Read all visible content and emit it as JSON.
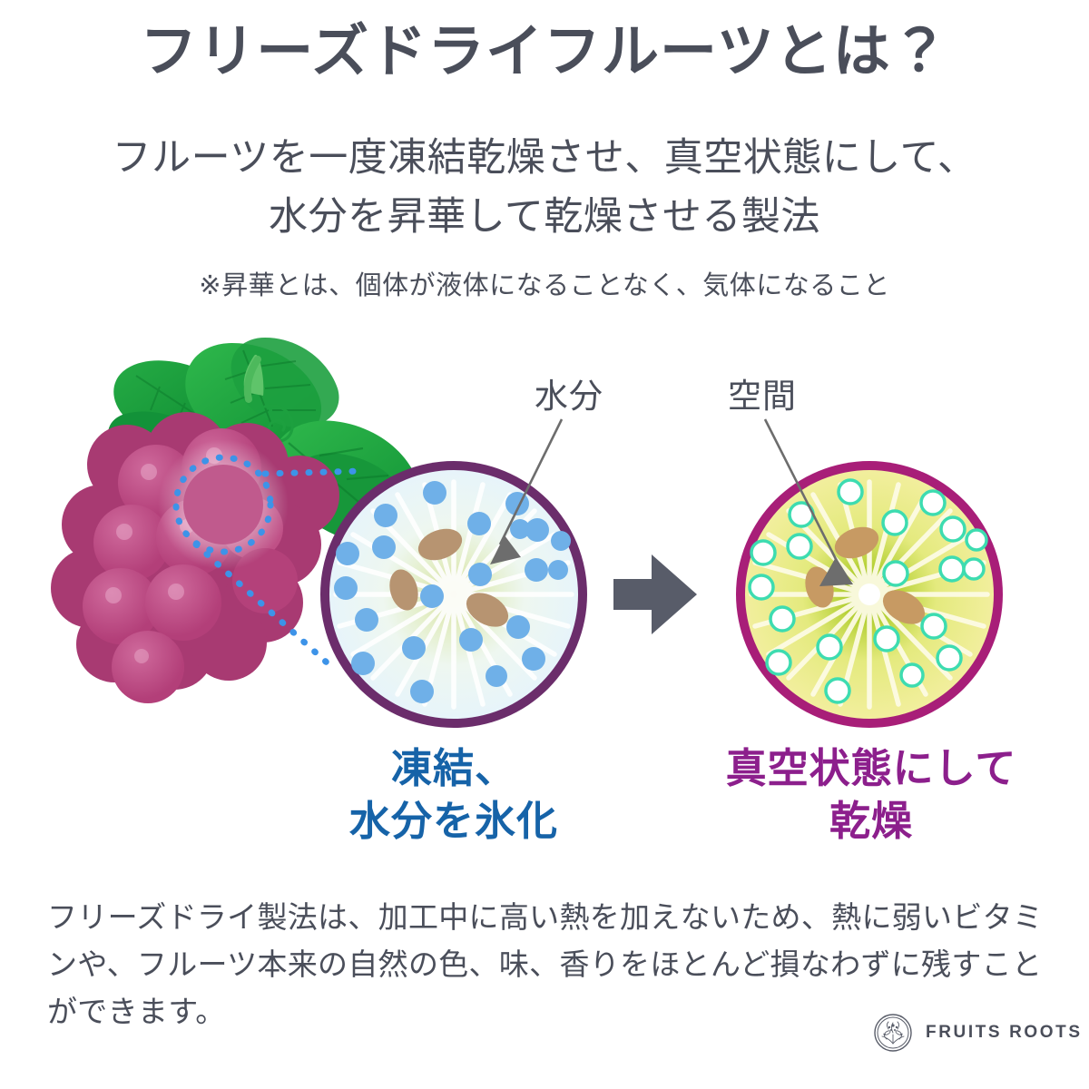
{
  "page": {
    "background": "#ffffff",
    "text_color": "#4a4e5a"
  },
  "header": {
    "title": "フリーズドライフルーツとは？",
    "lead": "フルーツを一度凍結乾燥させ、真空状態にして、\n水分を昇華して乾燥させる製法",
    "lead_line1": "フルーツを一度凍結乾燥させ、真空状態にして、",
    "lead_line2": "水分を昇華して乾燥させる製法",
    "note": "※昇華とは、個体が液体になることなく、気体になること"
  },
  "diagram": {
    "labels": {
      "water": "水分",
      "space": "空間"
    },
    "captions": {
      "left": "凍結、\n水分を氷化",
      "right": "真空状態にして\n乾燥"
    },
    "arrow_direction": "right",
    "icons": {
      "grape_cluster": "grape-cluster-illustration",
      "magnifier": "magnifier-dotted-circle",
      "process_arrow": "arrow-right-icon",
      "left_slice": "frozen-grape-cross-section",
      "right_slice": "dried-grape-cross-section"
    },
    "colors": {
      "left_ring": "#6b2d6b",
      "left_flesh": "#ecf6fb",
      "left_core": "#dbe6b4",
      "water_dot": "#6fb0e8",
      "right_ring": "#a81e78",
      "right_flesh": "#f0ec94",
      "right_core": "#aac93a",
      "void_outline": "#3ddcb0",
      "seed": "#b79471",
      "leaf_green": "#1fa33f",
      "grape_magenta": "#bd4a82",
      "arrow_gray": "#585c69",
      "caption_blue": "#1663a8",
      "caption_purple": "#8c1f8c",
      "dotted_blue": "#3d93e8"
    },
    "left_circle": {
      "kind": "frozen",
      "water_dot_count": 22,
      "seed_count": 3,
      "ray_count": 24
    },
    "right_circle": {
      "kind": "vacuum-dried",
      "void_count": 22,
      "seed_count": 3,
      "ray_count": 24
    }
  },
  "body": {
    "paragraph": "フリーズドライ製法は、加工中に高い熱を加えないため、熱に弱いビタミンや、フルーツ本来の自然の色、味、香りをほとんど損なわずに残すことができます。"
  },
  "footer": {
    "brand": "FRUITS ROOTS",
    "logo_icon": "fruits-roots-emblem-icon"
  }
}
